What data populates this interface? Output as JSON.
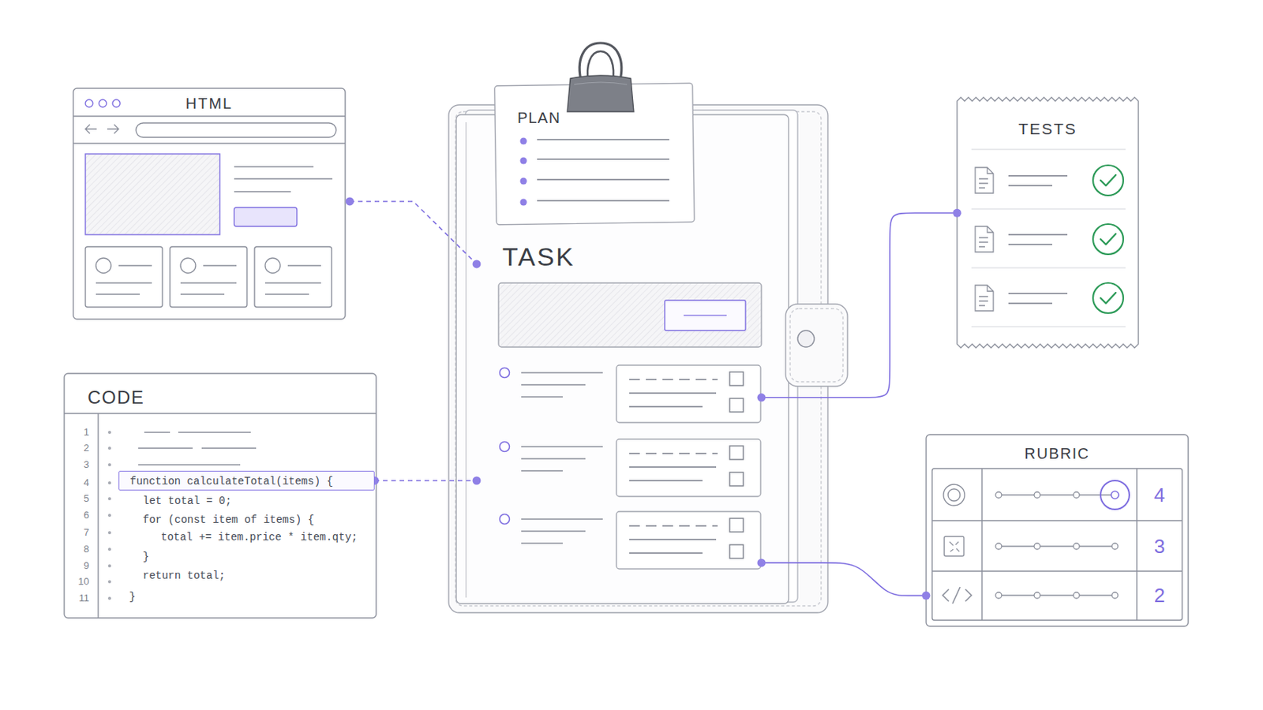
{
  "diagram": {
    "nodes": [
      {
        "text": [
          "HTML"
        ]
      },
      {
        "text": [
          "CODE",
          "let total = 0;",
          "for (const item of items) {",
          "total += item.price * item.qty;",
          "}",
          "return total;",
          "}"
        ]
      },
      {
        "text": [
          "function calculateTotal(items) {"
        ],
        "in": 1
      },
      {
        "text": [
          "TASK"
        ]
      },
      {
        "text": [
          "PLAN"
        ]
      },
      {
        "text": [
          "TESTS"
        ]
      },
      {
        "text": [
          "RUBRIC"
        ]
      }
    ],
    "edges": [
      {
        "from": 0,
        "to": 3,
        "arrow": "none"
      },
      {
        "from": 2,
        "to": 3,
        "arrow": "none"
      },
      {
        "from": 3,
        "to": 5,
        "arrow": "none"
      },
      {
        "from": 3,
        "to": 6,
        "arrow": "none"
      }
    ],
    "labels": [
      "1",
      "2",
      "3",
      "4",
      "5",
      "6",
      "7",
      "8",
      "9",
      "10",
      "11",
      "4",
      "3",
      "2"
    ]
  }
}
